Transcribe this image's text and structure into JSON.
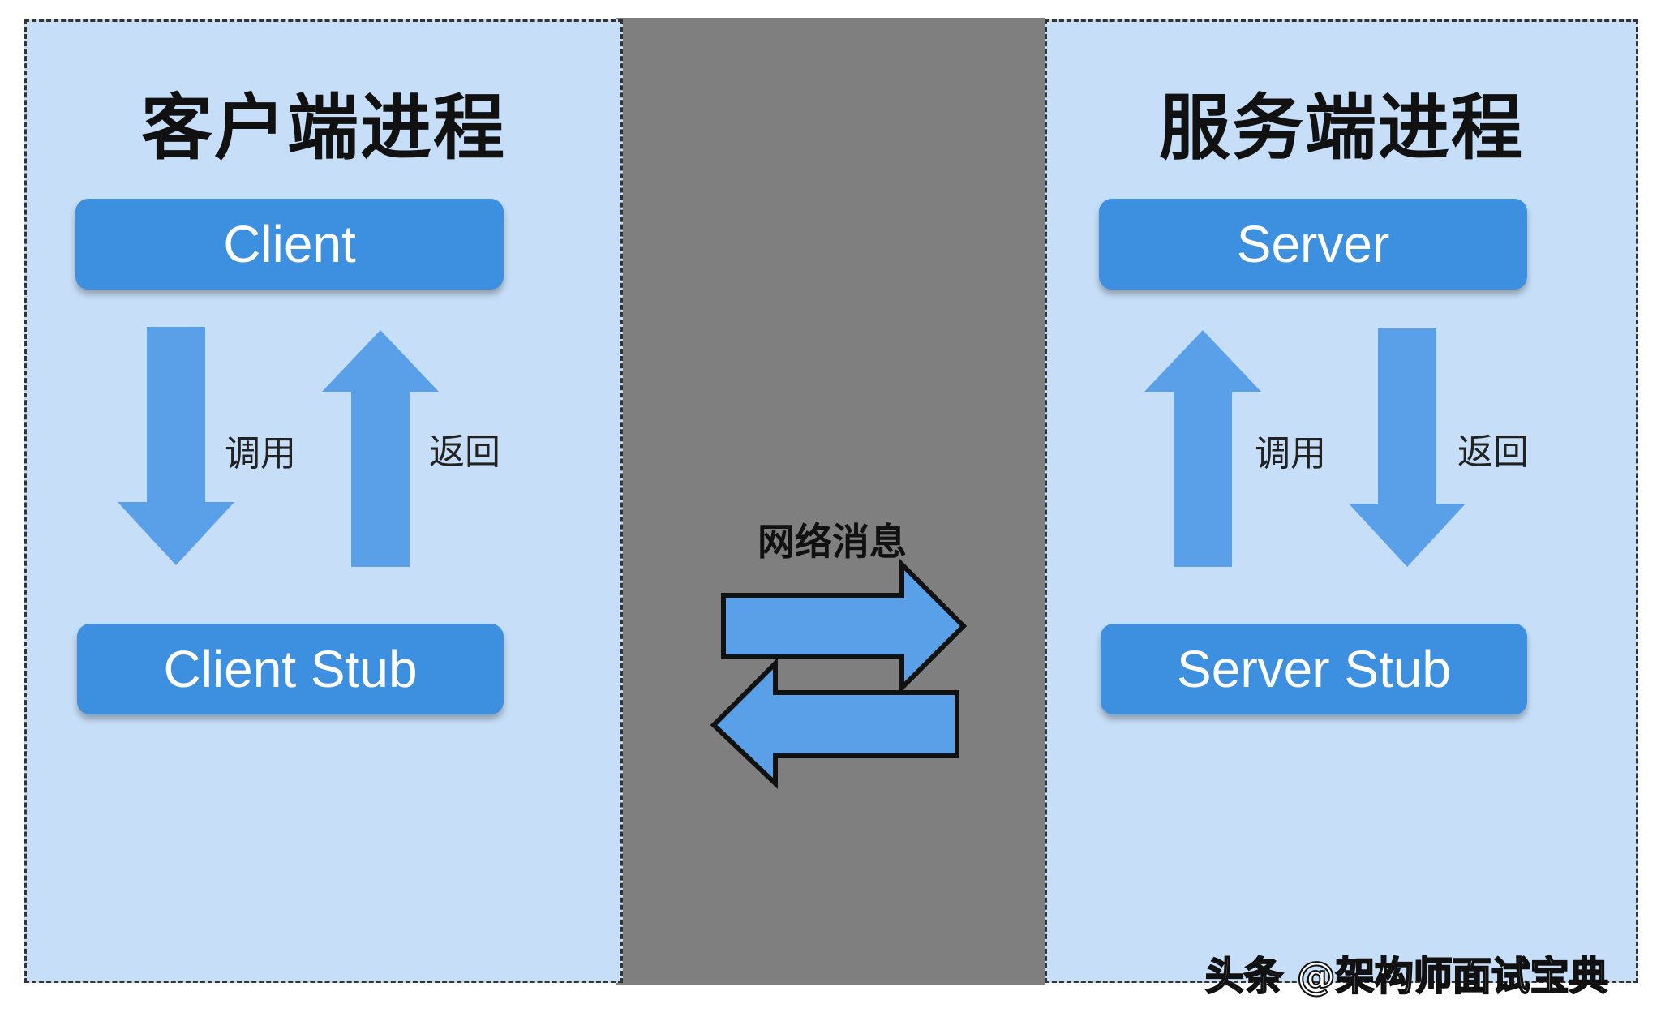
{
  "colors": {
    "panel_bg": "#c6def7",
    "middle_bg": "#7f7f7f",
    "box_blue": "#3d8fdf",
    "arrow_blue": "#5aa0e8"
  },
  "client_side": {
    "title": "客户端进程",
    "top_box": "Client",
    "bottom_box": "Client Stub",
    "down_arrow_label": "调用",
    "up_arrow_label": "返回"
  },
  "server_side": {
    "title": "服务端进程",
    "top_box": "Server",
    "bottom_box": "Server Stub",
    "up_arrow_label": "调用",
    "down_arrow_label": "返回"
  },
  "network": {
    "label": "网络消息"
  },
  "watermark": "头条 @架构师面试宝典"
}
